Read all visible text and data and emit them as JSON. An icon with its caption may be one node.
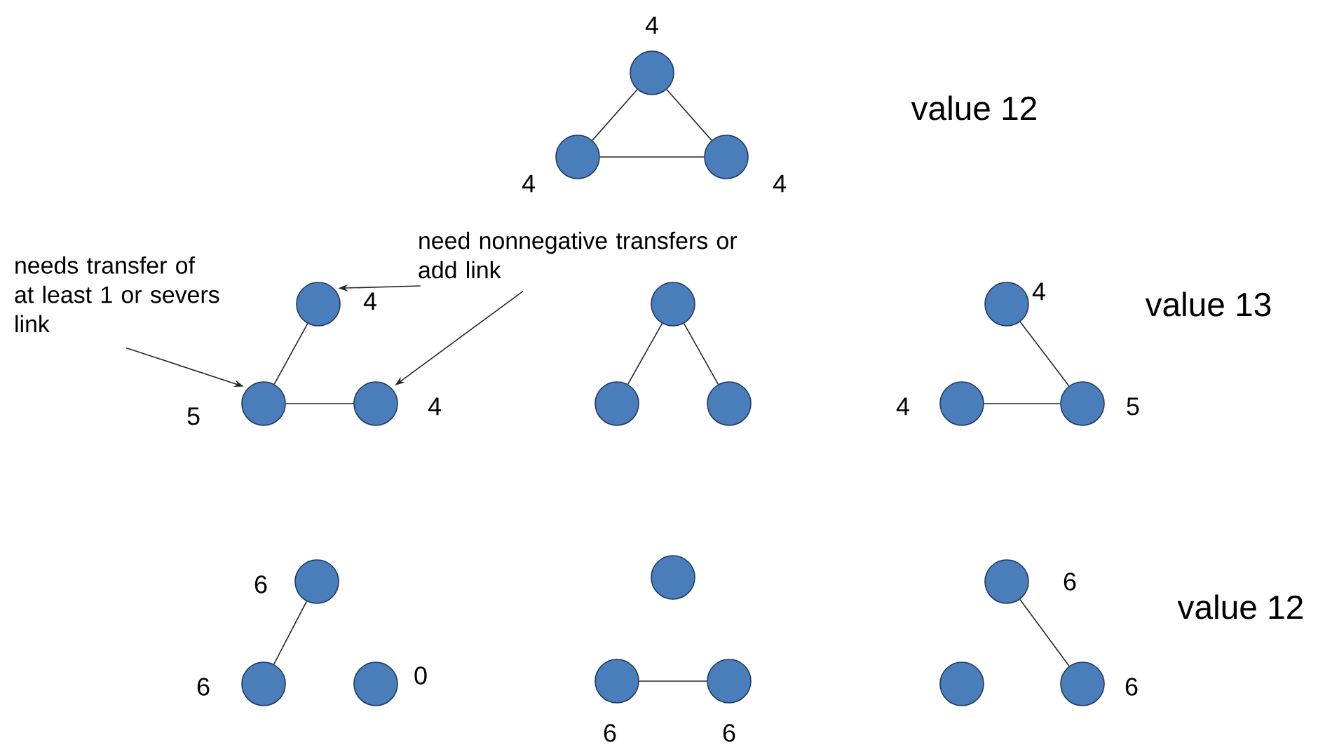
{
  "diagram": {
    "nodes": [
      {
        "text": [],
        "shape": "circle",
        "beside": [
          "4"
        ]
      },
      {
        "text": [],
        "shape": "circle",
        "beside": [
          "4"
        ]
      },
      {
        "text": [],
        "shape": "circle",
        "beside": [
          "4"
        ]
      },
      {
        "text": [
          "need nonnegative transfers or add link"
        ]
      },
      {
        "text": [
          "needs transfer of at least 1 or severs link"
        ]
      },
      {
        "text": [],
        "shape": "circle",
        "beside": [
          "4"
        ]
      },
      {
        "text": [],
        "shape": "circle",
        "beside": [
          "5"
        ]
      },
      {
        "text": [],
        "shape": "circle",
        "beside": [
          "4"
        ]
      },
      {
        "text": [],
        "shape": "circle"
      },
      {
        "text": [],
        "shape": "circle"
      },
      {
        "text": [],
        "shape": "circle"
      },
      {
        "text": [],
        "shape": "circle",
        "beside": [
          "4"
        ]
      },
      {
        "text": [],
        "shape": "circle",
        "beside": [
          "4"
        ]
      },
      {
        "text": [],
        "shape": "circle",
        "beside": [
          "5"
        ]
      },
      {
        "text": [],
        "shape": "circle",
        "beside": [
          "6"
        ]
      },
      {
        "text": [],
        "shape": "circle",
        "beside": [
          "6"
        ]
      },
      {
        "text": [],
        "shape": "circle",
        "beside": [
          "0"
        ]
      },
      {
        "text": [],
        "shape": "circle"
      },
      {
        "text": [],
        "shape": "circle",
        "beside": [
          "6"
        ]
      },
      {
        "text": [],
        "shape": "circle",
        "beside": [
          "6"
        ]
      },
      {
        "text": [],
        "shape": "circle",
        "beside": [
          "6"
        ]
      },
      {
        "text": [],
        "shape": "circle"
      },
      {
        "text": [],
        "shape": "circle",
        "beside": [
          "6"
        ]
      }
    ],
    "edges": [
      {
        "from": 0,
        "to": 1,
        "arrow": "none"
      },
      {
        "from": 0,
        "to": 2,
        "arrow": "none"
      },
      {
        "from": 1,
        "to": 2,
        "arrow": "none"
      },
      {
        "from": 3,
        "to": 5,
        "arrow": "to"
      },
      {
        "from": 3,
        "to": 7,
        "arrow": "to"
      },
      {
        "from": 4,
        "to": 6,
        "arrow": "to"
      },
      {
        "from": 5,
        "to": 6,
        "arrow": "none"
      },
      {
        "from": 6,
        "to": 7,
        "arrow": "none"
      },
      {
        "from": 8,
        "to": 9,
        "arrow": "none"
      },
      {
        "from": 8,
        "to": 10,
        "arrow": "none"
      },
      {
        "from": 11,
        "to": 13,
        "arrow": "none"
      },
      {
        "from": 12,
        "to": 13,
        "arrow": "none"
      },
      {
        "from": 14,
        "to": 15,
        "arrow": "none"
      },
      {
        "from": 18,
        "to": 19,
        "arrow": "none"
      },
      {
        "from": 20,
        "to": 22,
        "arrow": "none"
      }
    ],
    "labels": [
      "value 12",
      "value 13",
      "value 12"
    ]
  }
}
